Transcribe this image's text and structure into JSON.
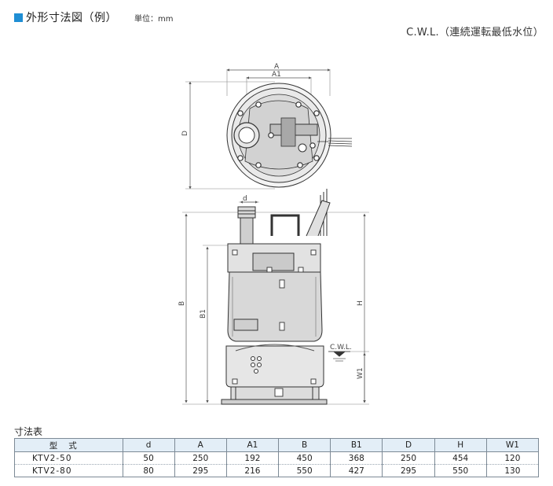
{
  "header": {
    "title": "外形寸法図（例）",
    "unit": "単位：mm",
    "accent_color": "#1f8ed4"
  },
  "cwl_note": "C.W.L.（連続運転最低水位）",
  "drawing": {
    "labels": {
      "A": "A",
      "A1": "A1",
      "D": "D",
      "d": "d",
      "B": "B",
      "B1": "B1",
      "H": "H",
      "W1": "W1",
      "cwl": "C.W.L."
    }
  },
  "table": {
    "title": "寸法表",
    "header_bg": "#e3eef7",
    "columns": [
      "型式",
      "d",
      "A",
      "A1",
      "B",
      "B1",
      "D",
      "H",
      "W1"
    ],
    "rows": [
      [
        "KTV2-50",
        "50",
        "250",
        "192",
        "450",
        "368",
        "250",
        "454",
        "120"
      ],
      [
        "KTV2-80",
        "80",
        "295",
        "216",
        "550",
        "427",
        "295",
        "550",
        "130"
      ]
    ]
  }
}
